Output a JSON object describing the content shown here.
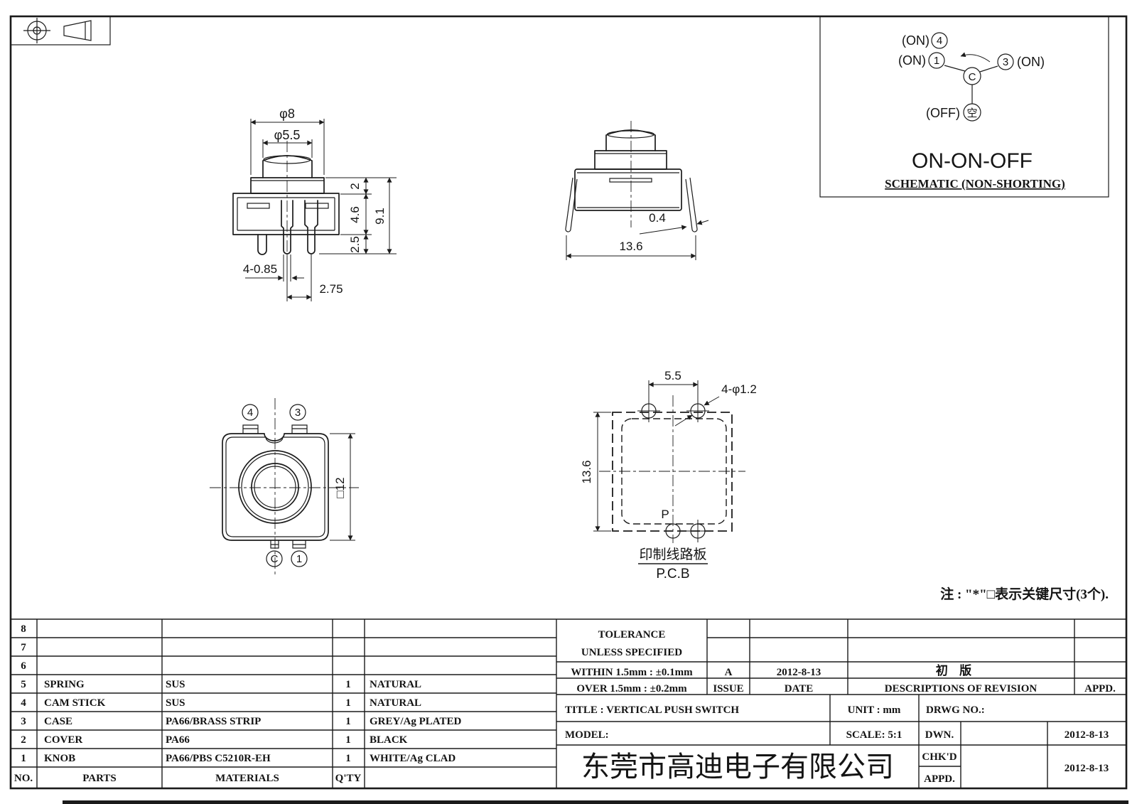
{
  "sheet": {
    "note": "注 : \"*\"□表示关键尺寸(3个).",
    "ink": "#1b1b1b",
    "paper": "#ffffff"
  },
  "front_view": {
    "dia_cover": "φ8",
    "dia_knob": "φ5.5",
    "h_cover": "2",
    "h_total": "9.1",
    "h_case": "4.6",
    "h_pin": "2.5",
    "pin_size": "4-0.85",
    "pin_pitch": "2.75"
  },
  "side_view": {
    "leg_thickness": "0.4",
    "body_width": "13.6"
  },
  "top_view": {
    "pin4": "4",
    "pin3": "3",
    "pinc": "C",
    "pin1": "1",
    "body_square": "□12"
  },
  "pcb_view": {
    "hole_pitch": "5.5",
    "hole_spec": "4-φ1.2",
    "hole_span": "13.6",
    "point_label": "P",
    "caption_cn": "印制线路板",
    "caption_en": "P.C.B"
  },
  "schematic": {
    "on_label_4": "(ON)",
    "on_label_1": "(ON)",
    "on_label_3": "(ON)",
    "off_label": "(OFF)",
    "term4": "4",
    "term1": "1",
    "term3": "3",
    "common": "C",
    "empty": "空",
    "function": "ON-ON-OFF",
    "caption": "SCHEMATIC (NON-SHORTING)"
  },
  "parts_table": {
    "headers": {
      "no": "NO.",
      "parts": "PARTS",
      "materials": "MATERIALS",
      "qty": "Q'TY"
    },
    "rows": [
      {
        "no": "8",
        "part": "",
        "material": "",
        "qty": "",
        "finish": ""
      },
      {
        "no": "7",
        "part": "",
        "material": "",
        "qty": "",
        "finish": ""
      },
      {
        "no": "6",
        "part": "",
        "material": "",
        "qty": "",
        "finish": ""
      },
      {
        "no": "5",
        "part": "SPRING",
        "material": "SUS",
        "qty": "1",
        "finish": "NATURAL"
      },
      {
        "no": "4",
        "part": "CAM STICK",
        "material": "SUS",
        "qty": "1",
        "finish": "NATURAL"
      },
      {
        "no": "3",
        "part": "CASE",
        "material": "PA66/BRASS STRIP",
        "qty": "1",
        "finish": "GREY/Ag PLATED"
      },
      {
        "no": "2",
        "part": "COVER",
        "material": "PA66",
        "qty": "1",
        "finish": "BLACK"
      },
      {
        "no": "1",
        "part": "KNOB",
        "material": "PA66/PBS C5210R-EH",
        "qty": "1",
        "finish": "WHITE/Ag CLAD"
      }
    ]
  },
  "tolerance_block": {
    "line1": "TOLERANCE",
    "line2": "UNLESS  SPECIFIED",
    "within": "WITHIN 1.5mm : ±0.1mm",
    "over": "OVER 1.5mm : ±0.2mm",
    "issue_label": "ISSUE",
    "date_label": "DATE",
    "desc_label": "DESCRIPTIONS OF REVISION",
    "appd_label": "APPD.",
    "issue_value": "A",
    "date_value": "2012-8-13",
    "desc_value": "初 版"
  },
  "title_block": {
    "title": "TITLE :  VERTICAL PUSH SWITCH",
    "unit": "UNIT :  mm",
    "drwg": "DRWG NO.:",
    "model": "MODEL:",
    "scale": "SCALE:  5:1",
    "company": "东莞市高迪电子有限公司",
    "dwn_label": "DWN.",
    "chk_label": "CHK'D",
    "appd_label": "APPD.",
    "dwn_date": "2012-8-13",
    "chk_date": "2012-8-13"
  }
}
